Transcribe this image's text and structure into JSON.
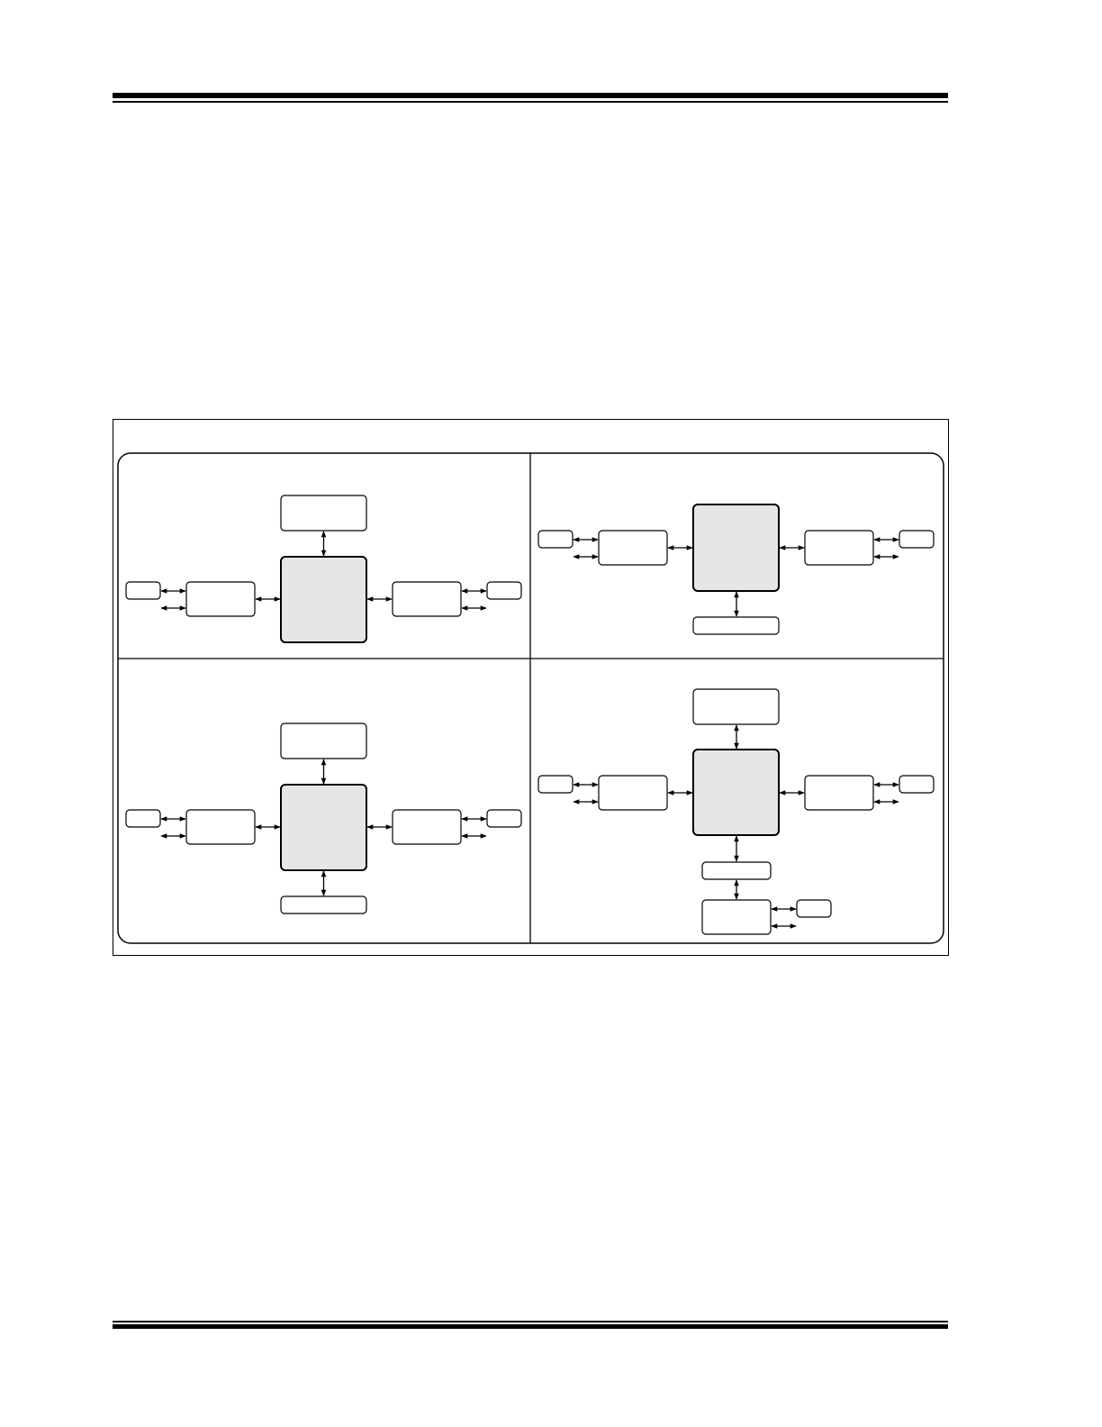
{
  "colors": {
    "rule": "#000000",
    "core_fill": "#e6e6e6",
    "box_fill": "#ffffff",
    "line": "#000000"
  },
  "figure": {
    "panels": [
      {
        "name": "top-left",
        "blocks": [
          "top-block",
          "core-block",
          "left-block",
          "right-block",
          "left-small-block",
          "right-small-block"
        ]
      },
      {
        "name": "top-right",
        "blocks": [
          "core-block",
          "bottom-block",
          "left-block",
          "right-block",
          "left-small-block",
          "right-small-block"
        ]
      },
      {
        "name": "bottom-left",
        "blocks": [
          "top-block",
          "core-block",
          "bottom-block",
          "left-block",
          "right-block",
          "left-small-block",
          "right-small-block"
        ]
      },
      {
        "name": "bottom-right",
        "blocks": [
          "top-block",
          "core-block",
          "bottom-block",
          "left-block",
          "right-block",
          "left-small-block",
          "right-small-block",
          "sub-block",
          "sub-small-block"
        ]
      }
    ]
  }
}
